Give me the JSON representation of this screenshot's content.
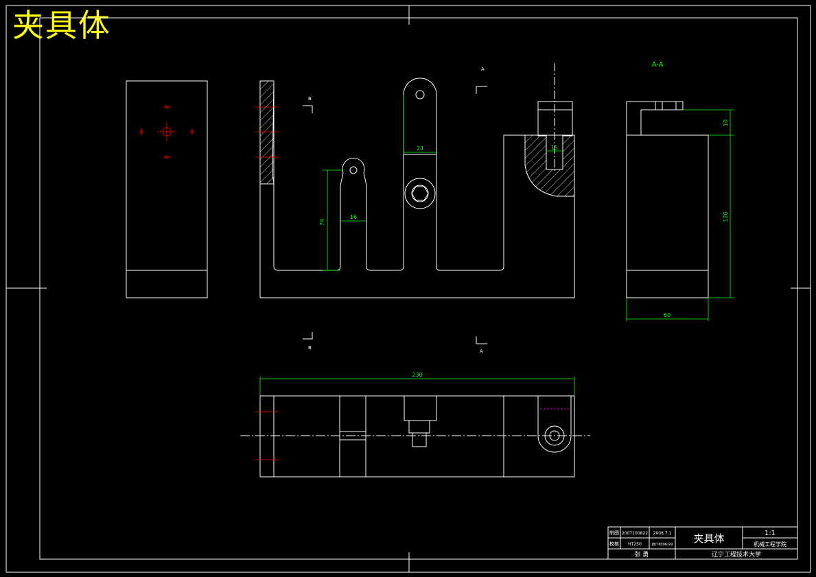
{
  "drawing_title": "夹具体",
  "section_label": "A-A",
  "view_marks": {
    "a": "A",
    "b": "B"
  },
  "dimensions": {
    "slot_width": "24",
    "small_slot_width": "16",
    "height_left": "74",
    "bore": "15",
    "overall_length": "230",
    "side_height": "120",
    "side_top": "10",
    "side_width": "60"
  },
  "title_block": {
    "drawn_label": "制图",
    "check_label": "校核",
    "drawn_id": "2007100822",
    "date": "2008.7.1",
    "material": "HT250",
    "standard": "JB/T8006-99",
    "part_name": "夹具体",
    "scale": "1:1",
    "dept": "机械工程学院",
    "signature": "张 勇",
    "school": "辽宁工程技术大学"
  },
  "colors": {
    "lines": "#ffffff",
    "dims": "#00ff00",
    "centers": "#ff0000",
    "title": "#ffff00",
    "hidden": "#ff00ff"
  }
}
